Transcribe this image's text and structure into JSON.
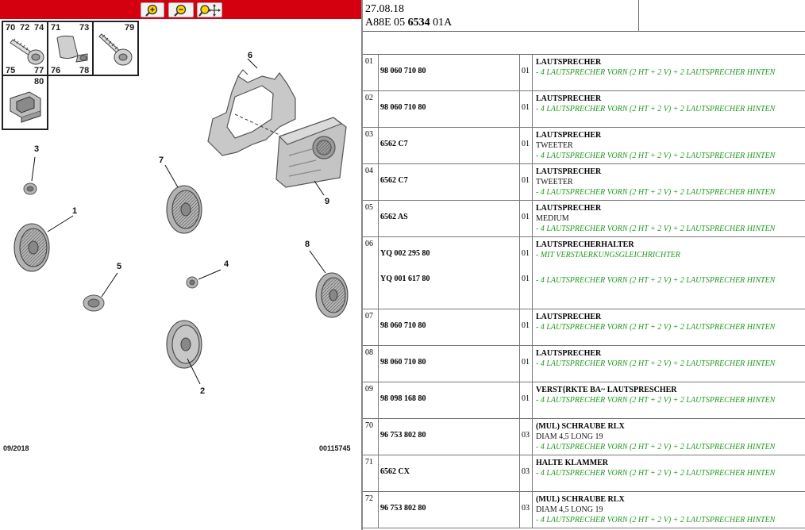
{
  "toolbar": {
    "zoom_in_icon": "zoom-in-icon",
    "zoom_out_icon": "zoom-out-icon",
    "zoom_move_icon": "zoom-move-icon",
    "bar_color": "#d40010"
  },
  "thumbs": {
    "screws": {
      "n70": "70",
      "n72": "72",
      "n74": "74",
      "n75": "75",
      "n77": "77"
    },
    "clips": {
      "n71": "71",
      "n73": "73",
      "n76": "76",
      "n78": "78"
    },
    "bolt": {
      "n79": "79"
    },
    "bracket": {
      "n80": "80"
    }
  },
  "callouts": {
    "c1": "1",
    "c2": "2",
    "c3": "3",
    "c4": "4",
    "c5": "5",
    "c6": "6",
    "c7": "7",
    "c8": "8",
    "c9": "9"
  },
  "footer": {
    "date": "09/2018",
    "ref": "00115745"
  },
  "header": {
    "date": "27.08.18",
    "code_a": "A88E 05 ",
    "code_b": "6534",
    "code_c": " 01A"
  },
  "parts": [
    {
      "idx": "01",
      "entries": [
        {
          "pn": "98 060 710 80",
          "qty": "01"
        }
      ],
      "title": "LAUTSPRECHER",
      "lines": [
        {
          "text": "- 4 LAUTSPRECHER VORN (2 HT + 2 V) + 2 LAUTSPRECHER HINTEN",
          "kind": "note"
        }
      ]
    },
    {
      "idx": "02",
      "entries": [
        {
          "pn": "98 060 710 80",
          "qty": "01"
        }
      ],
      "title": "LAUTSPRECHER",
      "lines": [
        {
          "text": "- 4 LAUTSPRECHER VORN (2 HT + 2 V) + 2 LAUTSPRECHER HINTEN",
          "kind": "note"
        }
      ]
    },
    {
      "idx": "03",
      "entries": [
        {
          "pn": "6562 C7",
          "qty": "01"
        }
      ],
      "title": "LAUTSPRECHER",
      "lines": [
        {
          "text": "TWEETER",
          "kind": "plain"
        },
        {
          "text": "- 4 LAUTSPRECHER VORN (2 HT + 2 V) + 2 LAUTSPRECHER HINTEN",
          "kind": "note"
        }
      ]
    },
    {
      "idx": "04",
      "entries": [
        {
          "pn": "6562 C7",
          "qty": "01"
        }
      ],
      "title": "LAUTSPRECHER",
      "lines": [
        {
          "text": "TWEETER",
          "kind": "plain"
        },
        {
          "text": "- 4 LAUTSPRECHER VORN (2 HT + 2 V) + 2 LAUTSPRECHER HINTEN",
          "kind": "note"
        }
      ]
    },
    {
      "idx": "05",
      "entries": [
        {
          "pn": "6562 AS",
          "qty": "01"
        }
      ],
      "title": "LAUTSPRECHER",
      "lines": [
        {
          "text": "MEDIUM",
          "kind": "plain"
        },
        {
          "text": "- 4 LAUTSPRECHER VORN (2 HT + 2 V) + 2 LAUTSPRECHER HINTEN",
          "kind": "note"
        }
      ]
    },
    {
      "idx": "06",
      "entries": [
        {
          "pn": "YQ 002 295 80",
          "qty": "01"
        },
        {
          "pn": "YQ 001 617 80",
          "qty": "01"
        }
      ],
      "title": "LAUTSPRECHERHALTER",
      "lines": [
        {
          "text": "- MIT VERSTAERKUNGSGLEICHRICHTER",
          "kind": "note"
        },
        {
          "text": "",
          "kind": "plain"
        },
        {
          "text": "- 4 LAUTSPRECHER VORN (2 HT + 2 V) + 2 LAUTSPRECHER HINTEN",
          "kind": "note"
        }
      ]
    },
    {
      "idx": "07",
      "entries": [
        {
          "pn": "98 060 710 80",
          "qty": "01"
        }
      ],
      "title": "LAUTSPRECHER",
      "lines": [
        {
          "text": "- 4 LAUTSPRECHER VORN (2 HT + 2 V) + 2 LAUTSPRECHER HINTEN",
          "kind": "note"
        }
      ]
    },
    {
      "idx": "08",
      "entries": [
        {
          "pn": "98 060 710 80",
          "qty": "01"
        }
      ],
      "title": "LAUTSPRECHER",
      "lines": [
        {
          "text": "- 4 LAUTSPRECHER VORN (2 HT + 2 V) + 2 LAUTSPRECHER HINTEN",
          "kind": "note"
        }
      ]
    },
    {
      "idx": "09",
      "entries": [
        {
          "pn": "98 098 168 80",
          "qty": "01"
        }
      ],
      "title": "VERST{RKTE BA~ LAUTSPRESCHER",
      "lines": [
        {
          "text": "- 4 LAUTSPRECHER VORN (2 HT + 2 V) + 2 LAUTSPRECHER HINTEN",
          "kind": "note"
        }
      ]
    },
    {
      "idx": "70",
      "entries": [
        {
          "pn": "96 753 802 80",
          "qty": "03"
        }
      ],
      "title": "(MUL) SCHRAUBE RLX",
      "lines": [
        {
          "text": "DIAM 4,5 LONG 19",
          "kind": "plain"
        },
        {
          "text": "- 4 LAUTSPRECHER VORN (2 HT + 2 V) + 2 LAUTSPRECHER HINTEN",
          "kind": "note"
        }
      ]
    },
    {
      "idx": "71",
      "entries": [
        {
          "pn": "6562 CX",
          "qty": "03"
        }
      ],
      "title": "HALTE KLAMMER",
      "lines": [
        {
          "text": "- 4 LAUTSPRECHER VORN (2 HT + 2 V) + 2 LAUTSPRECHER HINTEN",
          "kind": "note"
        }
      ]
    },
    {
      "idx": "72",
      "entries": [
        {
          "pn": "96 753 802 80",
          "qty": "03"
        }
      ],
      "title": "(MUL) SCHRAUBE RLX",
      "lines": [
        {
          "text": "DIAM 4,5 LONG 19",
          "kind": "plain"
        },
        {
          "text": "- 4 LAUTSPRECHER VORN (2 HT + 2 V) + 2 LAUTSPRECHER HINTEN",
          "kind": "note"
        }
      ]
    }
  ],
  "colors": {
    "note": "#1f9a1f",
    "toolbar": "#d40010"
  }
}
